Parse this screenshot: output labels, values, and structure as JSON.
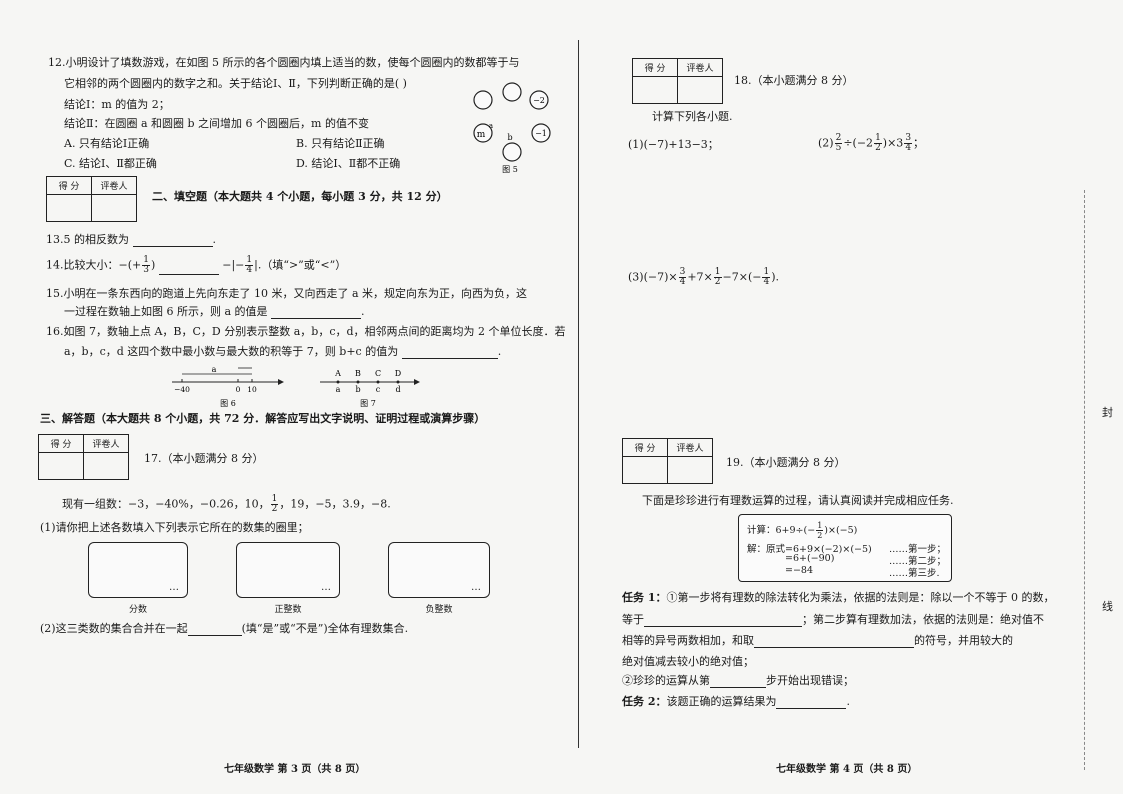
{
  "left_page": {
    "q12": {
      "line1": "12.小明设计了填数游戏，在如图 5 所示的各个圆圈内填上适当的数，使每个圆圈内的数都等于与",
      "line2": "它相邻的两个圆圈内的数字之和。关于结论Ⅰ、Ⅱ，下列判断正确的是(      )",
      "statement1": "结论Ⅰ：m 的值为 2；",
      "statement2": "结论Ⅱ：在圆圈 a 和圆圈 b 之间增加 6 个圆圈后，m 的值不变",
      "optA": "A. 只有结论Ⅰ正确",
      "optB": "B. 只有结论Ⅱ正确",
      "optC": "C. 结论Ⅰ、Ⅱ都正确",
      "optD": "D. 结论Ⅰ、Ⅱ都不正确",
      "fig": {
        "m": "m",
        "a": "a",
        "b": "b",
        "v1": "−2",
        "v2": "−1",
        "caption": "图 5"
      }
    },
    "score_table": {
      "h1": "得  分",
      "h2": "评卷人"
    },
    "section2_title": "二、填空题（本大题共 4 个小题，每小题 3 分，共 12 分）",
    "q13": {
      "text": "13.5 的相反数为",
      "end": "."
    },
    "q14": {
      "pre": "14.比较大小：−(+",
      "mid": ")",
      "post": "−|−",
      "end": "|.（填“>”或“<”）",
      "f1n": "1",
      "f1d": "3",
      "f2n": "1",
      "f2d": "4"
    },
    "q15": {
      "line1": "15.小明在一条东西向的跑道上先向东走了 10 米，又向西走了 a 米，规定向东为正，向西为负，这",
      "line2": "一过程在数轴上如图 6 所示，则 a 的值是",
      "end": "."
    },
    "q16": {
      "line1": "16.如图 7，数轴上点 A，B，C，D 分别表示整数 a，b，c，d，相邻两点间的距离均为 2 个单位长度．若",
      "line2": "a，b，c，d 这四个数中最小数与最大数的积等于 7，则 b+c 的值为",
      "end": "."
    },
    "fig6": {
      "a": "a",
      "t1": "−40",
      "t2": "0",
      "t3": "10",
      "caption": "图 6"
    },
    "fig7": {
      "A": "A",
      "B": "B",
      "C": "C",
      "D": "D",
      "a": "a",
      "b": "b",
      "c": "c",
      "d": "d",
      "caption": "图 7"
    },
    "section3_title": "三、解答题（本大题共 8 个小题，共 72 分．解答应写出文字说明、证明过程或演算步骤）",
    "q17": {
      "title": "17.（本小题满分 8 分）",
      "numbers_pre": "现有一组数：−3，−40%，−0.26，10，",
      "numbers_post": "，19，−5，3.9，−8.",
      "fn": "1",
      "fd": "2",
      "part1": "(1)请你把上述各数填入下列表示它所在的数集的圈里；",
      "sets": [
        "分数",
        "正整数",
        "负整数"
      ],
      "dots": "…",
      "part2_pre": "(2)这三类数的集合合并在一起",
      "part2_post": "(填“是”或“不是”)全体有理数集合."
    },
    "footer": "七年级数学  第 3 页（共 8 页）"
  },
  "right_page": {
    "score_table": {
      "h1": "得  分",
      "h2": "评卷人"
    },
    "q18": {
      "title": "18.（本小题满分 8 分）",
      "intro": "计算下列各小题.",
      "p1": "(1)(−7)+13−3；",
      "p2_pre": "(2)",
      "p2_a": "÷(−2",
      "p2_b": ")×3",
      "p2_end": "；",
      "p2_f1n": "2",
      "p2_f1d": "5",
      "p2_f2n": "1",
      "p2_f2d": "2",
      "p2_f3n": "3",
      "p2_f3d": "4",
      "p3_pre": "(3)(−7)×",
      "p3_a": "+7×",
      "p3_b": "−7×(−",
      "p3_end": ").",
      "p3_f1n": "3",
      "p3_f1d": "4",
      "p3_f2n": "1",
      "p3_f2d": "2",
      "p3_f3n": "1",
      "p3_f3d": "4"
    },
    "q19": {
      "title": "19.（本小题满分 8 分）",
      "intro": "下面是珍珍进行有理数运算的过程，请认真阅读并完成相应任务.",
      "calc_pre": "计算：6+9÷(−",
      "calc_post": ")×(−5)",
      "cfn": "1",
      "cfd": "2",
      "step1": "解：原式=6+9×(−2)×(−5)",
      "step1_tag": "……第一步；",
      "step2": "=6+(−90)",
      "step2_tag": "……第二步；",
      "step3": "=−84",
      "step3_tag": "……第三步.",
      "task1_label": "任务 1：",
      "task1_l1": "①第一步将有理数的除法转化为乘法，依据的法则是：除以一个不等于 0 的数，",
      "task1_l2_pre": "等于",
      "task1_l2_post": "；第二步算有理数加法，依据的法则是：绝对值不",
      "task1_l3_pre": "相等的异号两数相加，和取",
      "task1_l3_post": "的符号，并用较大的",
      "task1_l4": "绝对值减去较小的绝对值；",
      "task1_l5_pre": "②珍珍的运算从第",
      "task1_l5_post": "步开始出现错误；",
      "task2_label": "任务 2：",
      "task2_text": "该题正确的运算结果为",
      "task2_end": "."
    },
    "footer": "七年级数学  第 4 页（共 8 页）",
    "margin_marks": [
      "封",
      "线"
    ]
  }
}
